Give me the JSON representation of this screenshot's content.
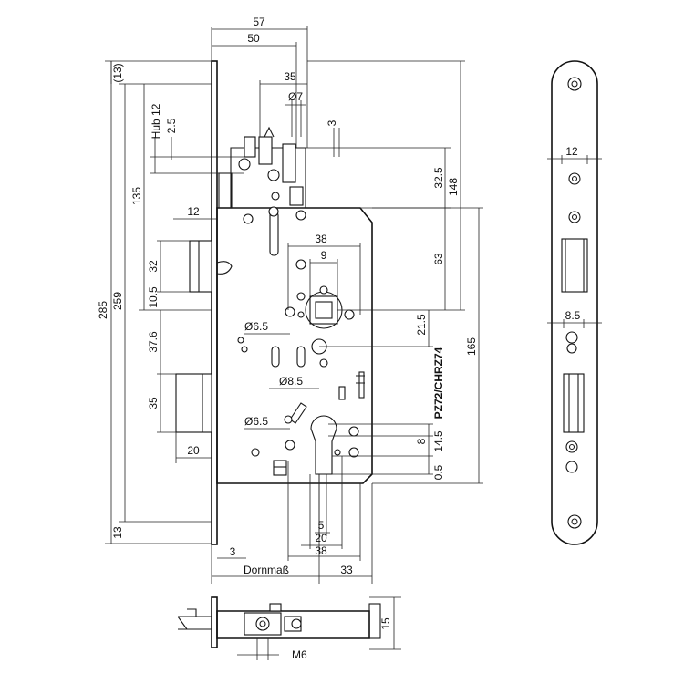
{
  "dimensions": {
    "d57": "57",
    "d50": "50",
    "d35": "35",
    "d7": "Ø7",
    "d3top": "3",
    "d13top": "(13)",
    "hub": "Hub 12",
    "d25": "2.5",
    "d135": "135",
    "d285": "285",
    "d259": "259",
    "d12": "12",
    "d32": "32",
    "d105": "10.5",
    "d376": "37.6",
    "d35b": "35",
    "d20": "20",
    "d13bot": "13",
    "d38top": "38",
    "d9": "9",
    "d65a": "Ø6.5",
    "d85": "Ø8.5",
    "d65b": "Ø6.5",
    "d325": "32.5",
    "d148": "148",
    "d63": "63",
    "d215": "21.5",
    "d165": "165",
    "d8": "8",
    "d145": "14.5",
    "d05": "0.5",
    "d5": "5",
    "d20b": "20",
    "d38bot": "38",
    "d3bot": "3",
    "dornmass": "Dornmaß",
    "d33": "33",
    "d15": "15",
    "m6": "M6",
    "plate12": "12",
    "plate85": "8.5"
  },
  "labels": {
    "cylinder": "PZ72/CHRZ74"
  }
}
